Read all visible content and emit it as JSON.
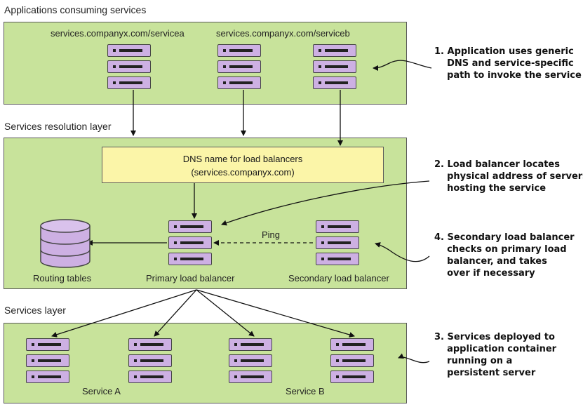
{
  "sections": {
    "apps_label": "Applications consuming services",
    "resolution_label": "Services resolution layer",
    "services_label": "Services layer"
  },
  "apps": {
    "url_a": "services.companyx.com/servicea",
    "url_b": "services.companyx.com/serviceb"
  },
  "dns": {
    "line1": "DNS name for load balancers",
    "line2": "(services.companyx.com)"
  },
  "resolution": {
    "routing_tables": "Routing tables",
    "primary_lb": "Primary load balancer",
    "secondary_lb": "Secondary load balancer",
    "ping": "Ping"
  },
  "services": {
    "service_a": "Service A",
    "service_b": "Service B"
  },
  "notes": {
    "note1": "1. Application uses generic\n    DNS and service-specific\n    path to invoke the service",
    "note2": "2. Load balancer locates\n    physical address of servers\n    hosting the service",
    "note4": "4. Secondary load balancer\n    checks on primary load\n    balancer, and takes\n    over if necessary",
    "note3": "3. Services deployed to\n    application container\n    running on a\n    persistent server"
  },
  "colors": {
    "panel": "#c8e39b",
    "dns_box": "#fbf5a8",
    "server": "#cdb0e3",
    "database": "#cdb0e3"
  }
}
